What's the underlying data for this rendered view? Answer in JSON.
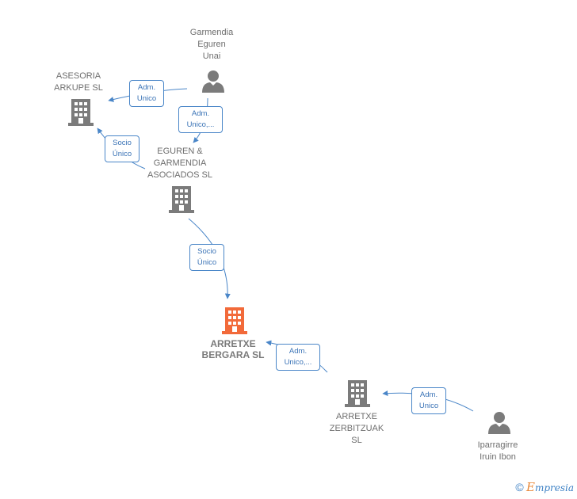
{
  "colors": {
    "edge": "#4a86c8",
    "company": "#7b7b7b",
    "focus": "#f26a3a",
    "person": "#7b7b7b"
  },
  "nodes": {
    "garmendia": {
      "label": "Garmendia\nEguren\nUnai",
      "type": "person"
    },
    "asesoria": {
      "label": "ASESORIA\nARKUPE  SL",
      "type": "company"
    },
    "eguren": {
      "label": "EGUREN &\nGARMENDIA\nASOCIADOS SL",
      "type": "company"
    },
    "arretxe_bergara": {
      "label": "ARRETXE\nBERGARA  SL",
      "type": "company-focus"
    },
    "arretxe_zerbitzuak": {
      "label": "ARRETXE\nZERBITZUAK\nSL",
      "type": "company"
    },
    "iparragirre": {
      "label": "Iparragirre\nIruin Ibon",
      "type": "person"
    }
  },
  "edges": {
    "e1": {
      "label": "Adm.\nUnico"
    },
    "e2": {
      "label": "Adm.\nUnico,..."
    },
    "e3": {
      "label": "Socio\nÚnico"
    },
    "e4": {
      "label": "Socio\nÚnico"
    },
    "e5": {
      "label": "Adm.\nUnico,..."
    },
    "e6": {
      "label": "Adm.\nUnico"
    }
  },
  "watermark": {
    "copyright": "©",
    "brand_first": "E",
    "brand_rest": "mpresia"
  }
}
